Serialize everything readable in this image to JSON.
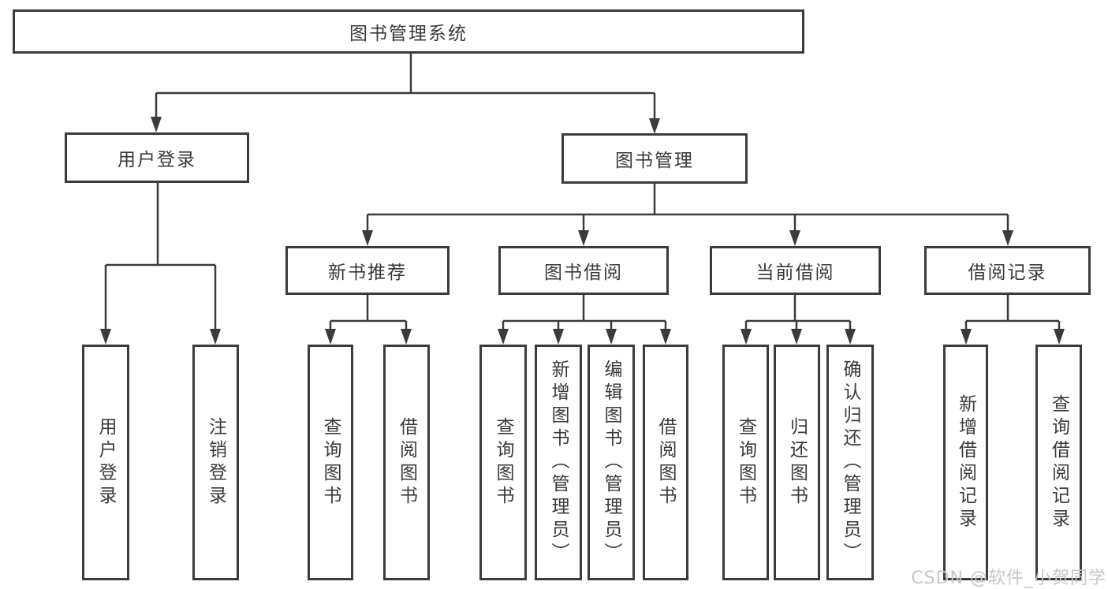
{
  "diagram": {
    "root": {
      "label": "图书管理系统"
    },
    "branches": [
      {
        "label": "用户登录",
        "children": [
          {
            "label": "用户登录"
          },
          {
            "label": "注销登录"
          }
        ]
      },
      {
        "label": "图书管理",
        "children": [
          {
            "label": "新书推荐",
            "children": [
              {
                "label": "查询图书"
              },
              {
                "label": "借阅图书"
              }
            ]
          },
          {
            "label": "图书借阅",
            "children": [
              {
                "label": "查询图书"
              },
              {
                "label": "新增图书（管理员）"
              },
              {
                "label": "编辑图书（管理员）"
              },
              {
                "label": "借阅图书"
              }
            ]
          },
          {
            "label": "当前借阅",
            "children": [
              {
                "label": "查询图书"
              },
              {
                "label": "归还图书"
              },
              {
                "label": "确认归还（管理员）"
              }
            ]
          },
          {
            "label": "借阅记录",
            "children": [
              {
                "label": "新增借阅记录"
              },
              {
                "label": "查询借阅记录"
              }
            ]
          }
        ]
      }
    ],
    "watermark": "CSDN @软件_小贺同学",
    "colors": {
      "line": "#3b3b3b",
      "text": "#3a3a3a",
      "watermark": "#c7c7c7",
      "background": "#ffffff"
    }
  }
}
